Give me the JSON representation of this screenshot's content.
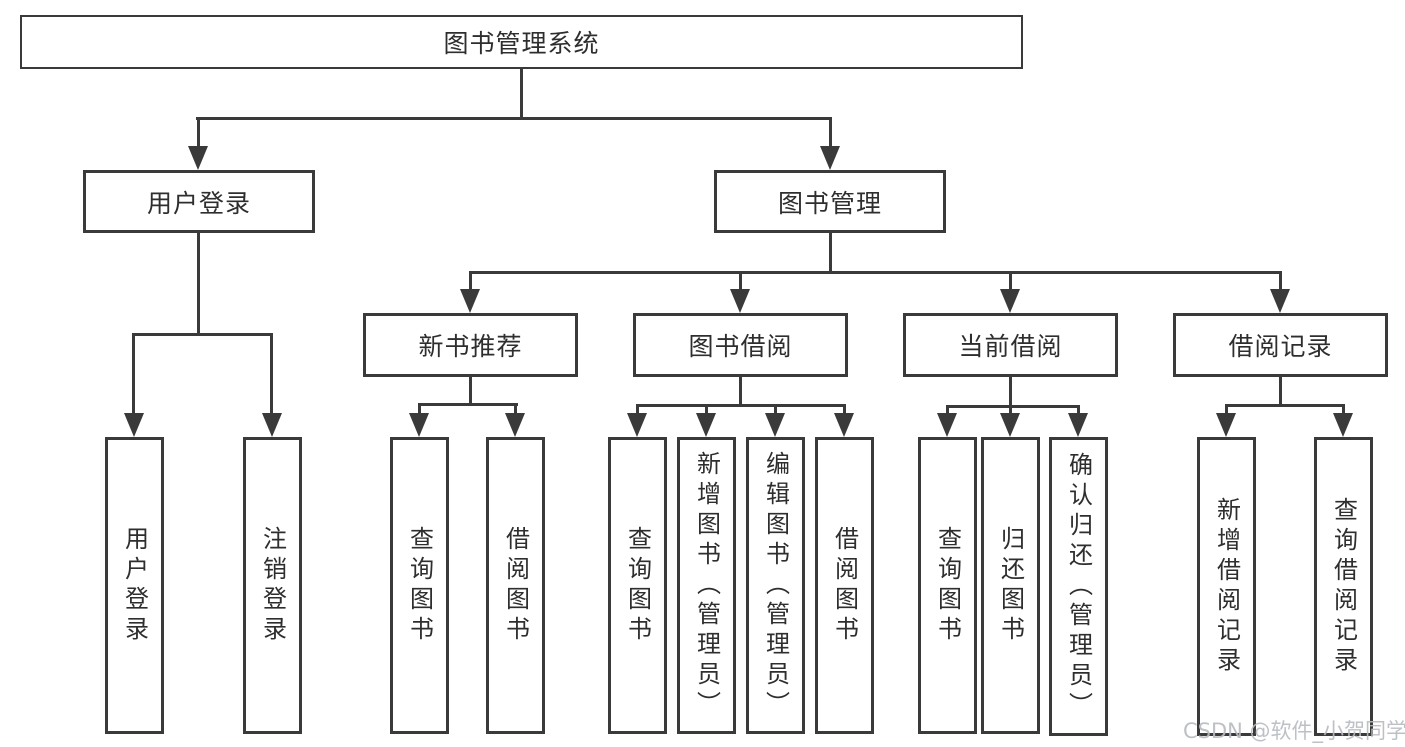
{
  "tree": {
    "root": {
      "label": "图书管理系统"
    },
    "branches": [
      {
        "label": "用户登录",
        "leaves": [
          {
            "label": "用户登录"
          },
          {
            "label": "注销登录"
          }
        ]
      },
      {
        "label": "图书管理",
        "groups": [
          {
            "label": "新书推荐",
            "leaves": [
              {
                "label": "查询图书"
              },
              {
                "label": "借阅图书"
              }
            ]
          },
          {
            "label": "图书借阅",
            "leaves": [
              {
                "label": "查询图书"
              },
              {
                "label": "新增图书（管理员）"
              },
              {
                "label": "编辑图书（管理员）"
              },
              {
                "label": "借阅图书"
              }
            ]
          },
          {
            "label": "当前借阅",
            "leaves": [
              {
                "label": "查询图书"
              },
              {
                "label": "归还图书"
              },
              {
                "label": "确认归还（管理员）"
              }
            ]
          },
          {
            "label": "借阅记录",
            "leaves": [
              {
                "label": "新增借阅记录"
              },
              {
                "label": "查询借阅记录"
              }
            ]
          }
        ]
      }
    ]
  },
  "watermark": "CSDN @软件_小贺同学",
  "colors": {
    "line": "#3a3a3a",
    "text": "#2e2e2e",
    "watermark": "#b8bcc2",
    "background": "#ffffff"
  }
}
